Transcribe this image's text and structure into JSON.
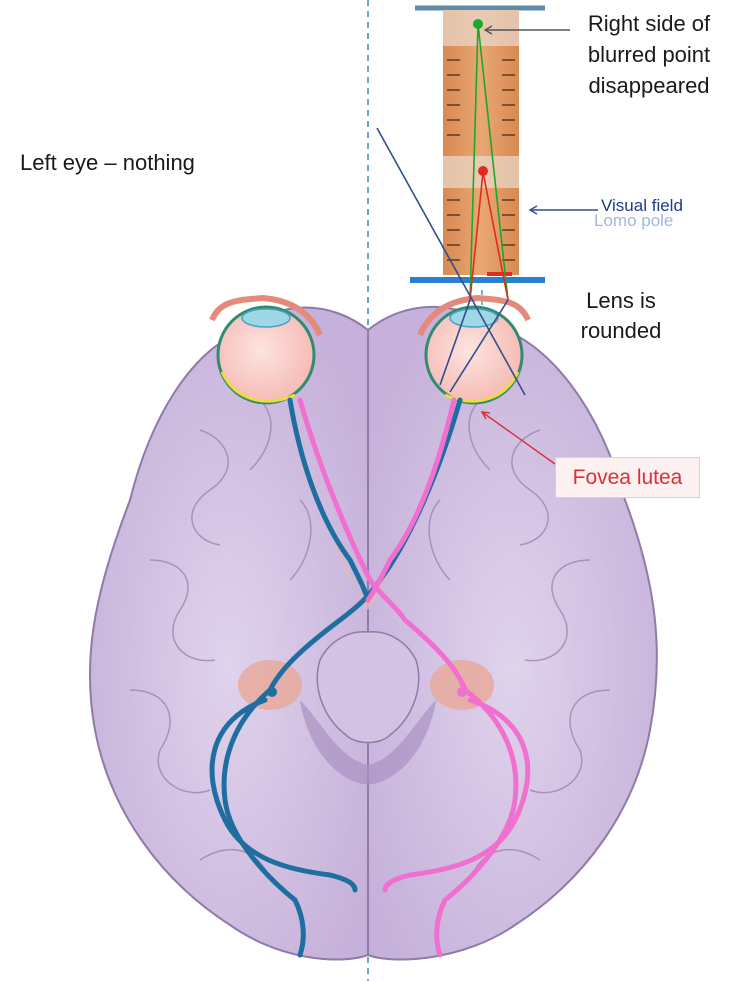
{
  "labels": {
    "right_side": "Right side of blurred point disappeared",
    "left_eye": "Left eye – nothing",
    "lens": "Lens is rounded",
    "visual_field": "Visual field",
    "fovea": "Fovea lutea",
    "ghost_text": "Lomo pole"
  },
  "colors": {
    "brain_fill": "#cdb9dd",
    "brain_outline": "#8f7aa8",
    "left_pathway": "#1e6fa0",
    "right_pathway": "#f06fcf",
    "ruler": "#d9955f",
    "ruler_blur": "#ead6c8",
    "guide_line": "#4a8fb3",
    "green_point": "#1aa82d",
    "red_point": "#e02b1e",
    "plate": "#2b7fcf",
    "top_bar": "#5f8aa8",
    "fovea_text": "#d9303a",
    "nucleus": "#e8a99c"
  }
}
